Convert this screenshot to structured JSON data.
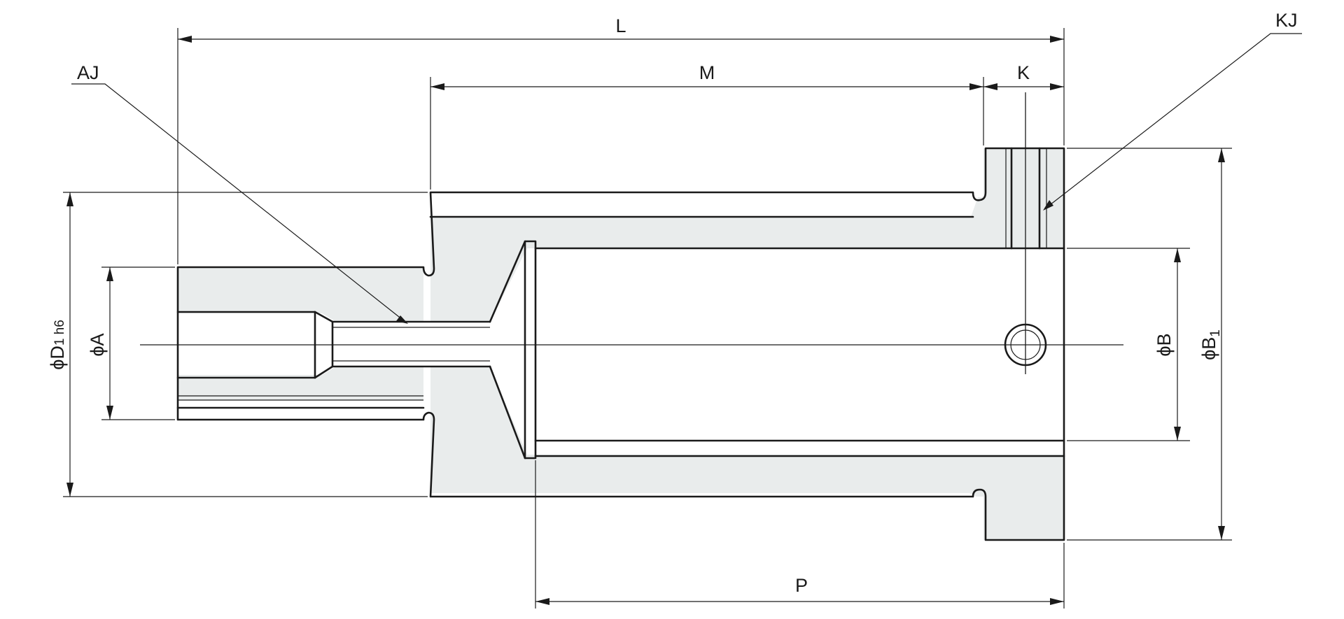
{
  "labels": {
    "L": "L",
    "M": "M",
    "K": "K",
    "P": "P",
    "AJ": "AJ",
    "KJ": "KJ",
    "phiA": "ϕA",
    "phiB": "ϕB",
    "phiB1_main": "ϕB",
    "phiB1_sub": "1",
    "phiD1_main": "ϕD",
    "phiD1_sub": "1 h6"
  },
  "colors": {
    "line": "#1a1a1a",
    "section_fill": "#e9ecec",
    "background": "#ffffff"
  }
}
